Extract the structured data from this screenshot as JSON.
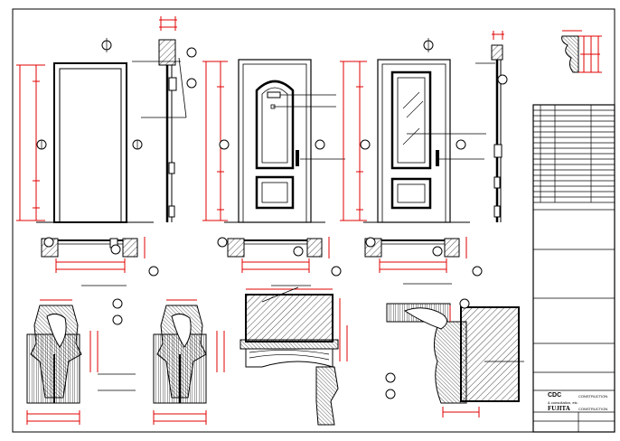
{
  "title_block": {
    "company_abbr": "CDC",
    "company_line_1": "CONSTRUCTION",
    "company_line_2": "& consultation, etc.",
    "client": "FUJITA",
    "client_suffix": "CONSTRUCTION"
  },
  "colors": {
    "dimension": "#e00000",
    "linework": "#000000",
    "background": "#ffffff"
  }
}
